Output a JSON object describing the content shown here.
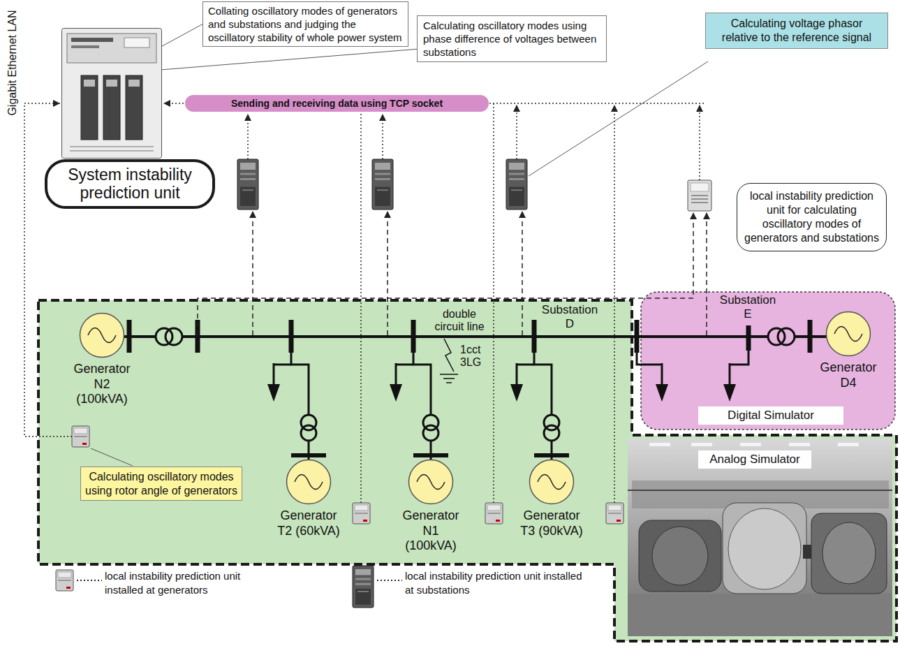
{
  "diagram": {
    "nodes": [
      {
        "text": [
          "Collating oscillatory modes of generators and substations and judging the oscillatory stability of whole power system"
        ]
      },
      {
        "text": [
          "Calculating oscillatory modes using phase difference of voltages between substations"
        ]
      },
      {
        "text": [
          "Calculating voltage phasor relative to the reference signal"
        ]
      },
      {
        "text": [
          "Sending and receiving data using TCP socket"
        ]
      },
      {
        "text": [
          "System instability prediction unit"
        ]
      },
      {
        "text": [
          "local instability prediction unit for calculating oscillatory modes of generators and substations"
        ]
      },
      {
        "text": [
          "Generator N2 (100kVA)"
        ]
      },
      {
        "text": [
          "Calculating oscillatory modes using rotor angle of generators"
        ]
      },
      {
        "text": [
          "Generator T2 (60kVA)"
        ]
      },
      {
        "text": [
          "Generator N1 (100kVA)"
        ]
      },
      {
        "text": [
          "Generator T3 (90kVA)"
        ]
      },
      {
        "text": [
          "Generator D4"
        ]
      }
    ],
    "edges": [
      {
        "from": 0,
        "to": 4,
        "arrow": "none"
      },
      {
        "from": 1,
        "to": 4,
        "arrow": "none"
      }
    ],
    "labels": [
      "Gigabit Ethernet LAN",
      "Substation D",
      "double circuit line",
      "1cct 3LG",
      "Substation E",
      "Digital Simulator",
      "Analog Simulator"
    ],
    "legend": [
      {
        "text": "local instability prediction unit installed at generators"
      },
      {
        "text": "local instability prediction unit installed at substations"
      }
    ]
  }
}
